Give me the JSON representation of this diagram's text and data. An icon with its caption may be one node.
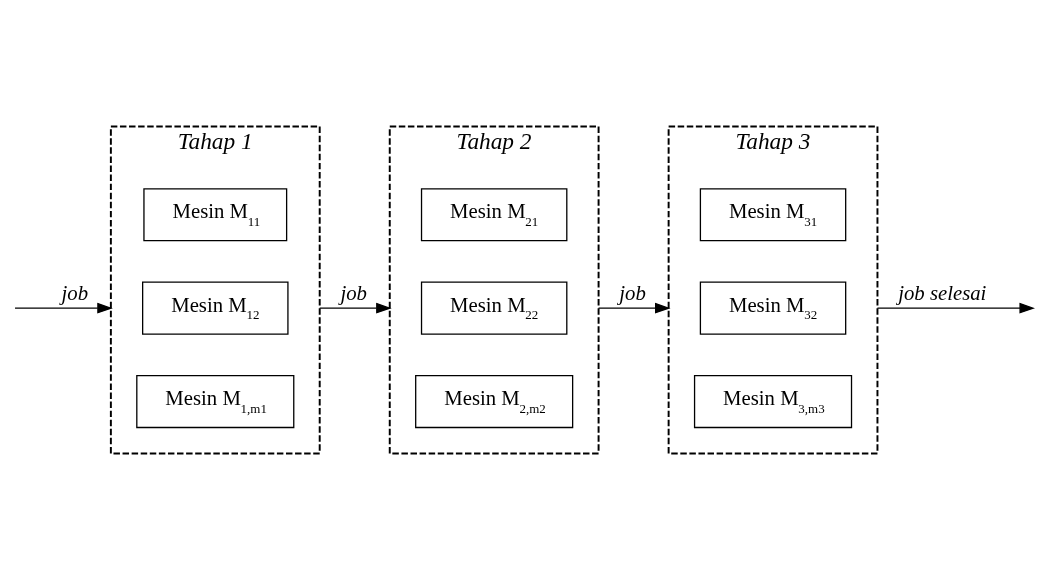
{
  "diagram": {
    "nodes": [
      {
        "text": [
          "Tahap 1"
        ]
      },
      {
        "text": [
          "Mesin M$_{11}$"
        ],
        "in": 0
      },
      {
        "text": [
          "Mesin M$_{12}$"
        ],
        "in": 0
      },
      {
        "text": [
          "Mesin M$_{1,m1}$"
        ],
        "in": 0
      },
      {
        "text": [
          "Tahap 2"
        ]
      },
      {
        "text": [
          "Mesin M$_{21}$"
        ],
        "in": 4
      },
      {
        "text": [
          "Mesin M$_{22}$"
        ],
        "in": 4
      },
      {
        "text": [
          "Mesin M$_{2,m2}$"
        ],
        "in": 4
      },
      {
        "text": [
          "Tahap 3"
        ]
      },
      {
        "text": [
          "Mesin M$_{31}$"
        ],
        "in": 8
      },
      {
        "text": [
          "Mesin M$_{32}$"
        ],
        "in": 8
      },
      {
        "text": [
          "Mesin M$_{3,m3}$"
        ],
        "in": 8
      }
    ],
    "edges": [
      {
        "from": null,
        "to": 0,
        "arrow": "to",
        "label": "job"
      },
      {
        "from": 0,
        "to": 4,
        "arrow": "to",
        "label": "job"
      },
      {
        "from": 4,
        "to": 8,
        "arrow": "to",
        "label": "job"
      },
      {
        "from": 8,
        "to": null,
        "arrow": "to",
        "label": "job selesai"
      }
    ]
  }
}
